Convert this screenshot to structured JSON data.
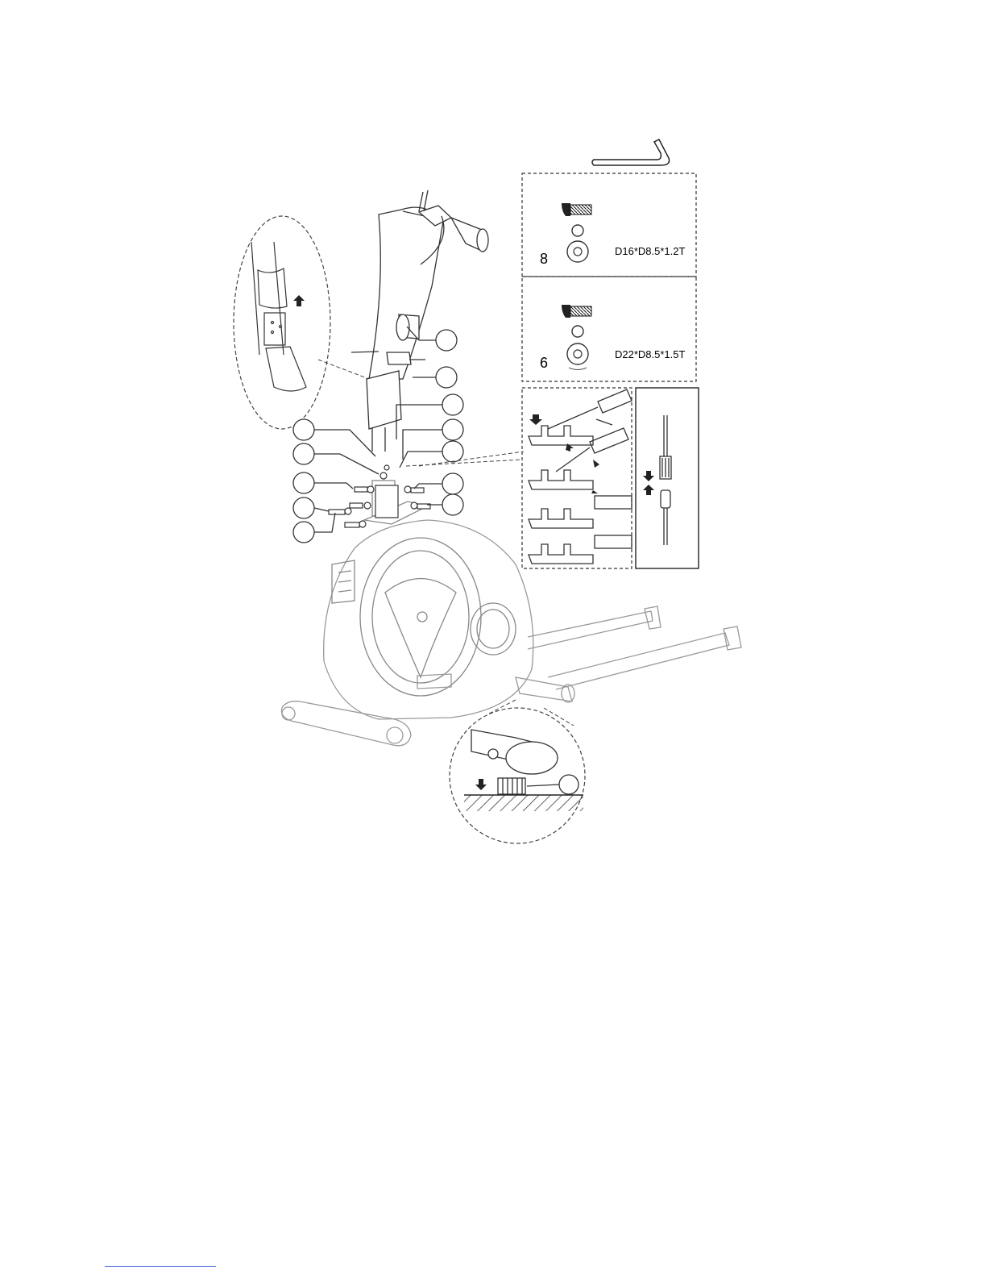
{
  "hardware": {
    "box_a": {
      "quantity": "8",
      "spec": "D16*D8.5*1.2T"
    },
    "box_b": {
      "quantity": "6",
      "spec": "D22*D8.5*1.5T"
    }
  },
  "colors": {
    "line": "#1a1a1a",
    "light_line": "#9a9a9a",
    "footer_rule": "#3b5bd6"
  },
  "icons": [
    "allen-key-icon",
    "bolt-icon",
    "spring-washer-icon",
    "flat-washer-icon",
    "arrow-up-icon",
    "arrow-down-icon"
  ]
}
